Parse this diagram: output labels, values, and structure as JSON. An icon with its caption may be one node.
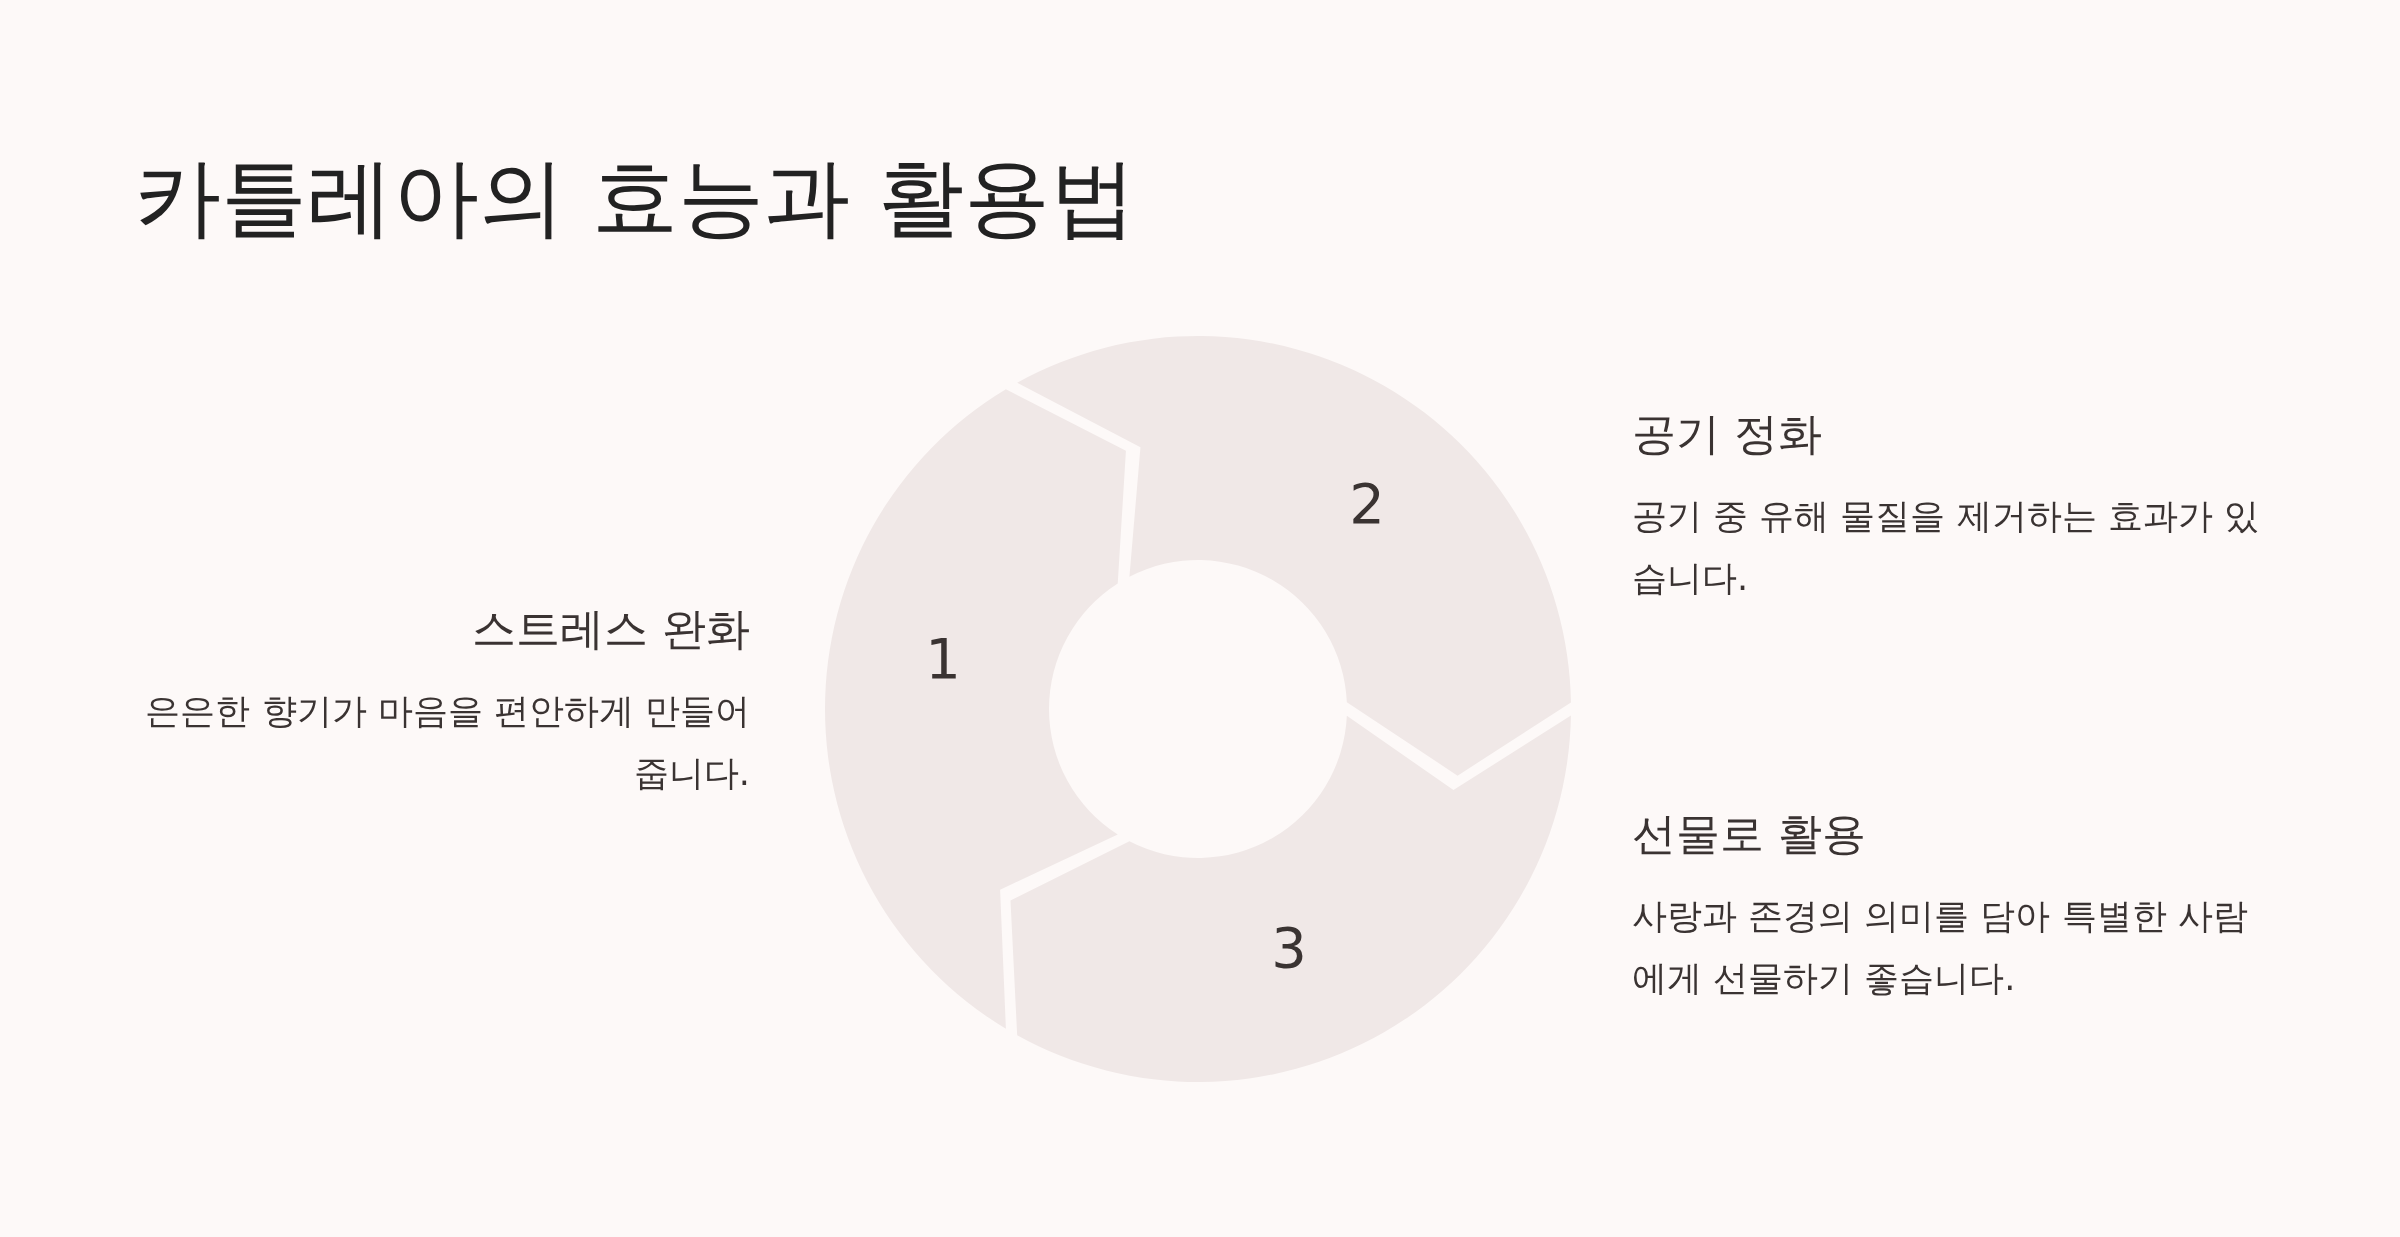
{
  "diagram": {
    "title": "카틀레아의 효능과 활용법",
    "nodes": [
      {
        "text": [
          "1"
        ],
        "beside": [
          "스트레스 완화",
          "은은한 향기가 마음을 편안하게 만들어 줍니다."
        ]
      },
      {
        "text": [
          "2"
        ],
        "beside": [
          "공기 정화",
          "공기 중 유해 물질을 제거하는 효과가 있습니다."
        ]
      },
      {
        "text": [
          "3"
        ],
        "beside": [
          "선물로 활용",
          "사랑과 존경의 의미를 담아 특별한 사람에게 선물하기 좋습니다."
        ]
      }
    ]
  }
}
